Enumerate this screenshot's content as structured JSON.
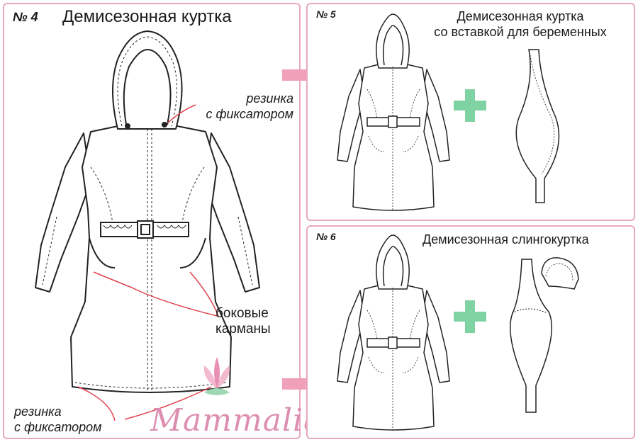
{
  "panel4": {
    "number": "№ 4",
    "title": "Демисезонная куртка",
    "notes": {
      "elastic_hood": "резинка\nс фиксатором",
      "side_pockets": "боковые\nкарманы",
      "elastic_hem": "резинка\nс фиксатором"
    }
  },
  "panel5": {
    "number": "№ 5",
    "title": "Демисезонная куртка\nсо вставкой для беременных"
  },
  "panel6": {
    "number": "№ 6",
    "title": "Демисезонная слингокуртка"
  },
  "brand": {
    "logo_text": "Mammalia"
  },
  "colors": {
    "panel_border": "#e8a9bc",
    "arrow": "#f0a0b8",
    "plus": "#7fd3a2",
    "leader_line": "#e0424f",
    "logo": "#dc8fb0",
    "line_art": "#222222"
  },
  "icons": [
    "right-arrow-icon",
    "plus-icon",
    "lotus-logo-icon"
  ]
}
